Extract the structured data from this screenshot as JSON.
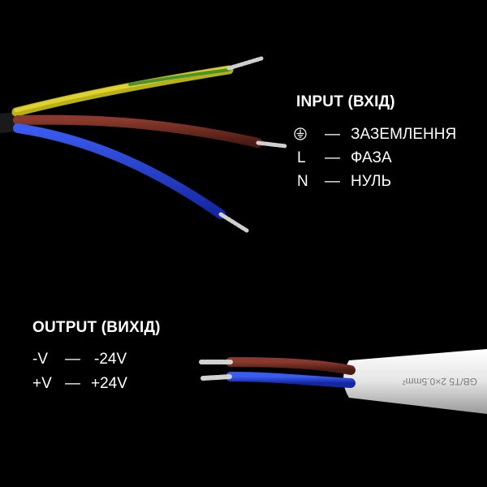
{
  "input": {
    "heading": "INPUT (ВХІД)",
    "rows": [
      {
        "symbol": "",
        "icon": "ground-icon",
        "dash": "—",
        "label": "ЗАЗЕМЛЕННЯ"
      },
      {
        "symbol": "L",
        "dash": "—",
        "label": "ФАЗА"
      },
      {
        "symbol": "N",
        "dash": "—",
        "label": "НУЛЬ"
      }
    ]
  },
  "output": {
    "heading": "OUTPUT (ВИХІД)",
    "rows": [
      {
        "symbol": "-V",
        "dash": "—",
        "label": "-24V"
      },
      {
        "symbol": "+V",
        "dash": "—",
        "label": "+24V"
      }
    ]
  },
  "cable_print": "GB/T5  2×0.5mm²",
  "colors": {
    "background": "#000000",
    "text": "#ffffff",
    "wire_earth": "#c8c020",
    "wire_phase": "#5a221c",
    "wire_neutral": "#1e36c4",
    "cable_jacket": "#e6e6e6",
    "copper": "#c9c9c9"
  }
}
